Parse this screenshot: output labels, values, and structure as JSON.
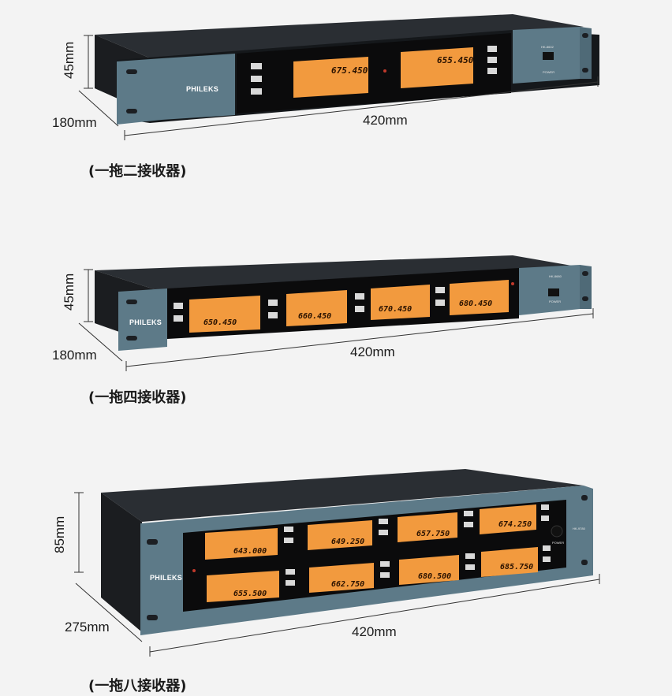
{
  "units": {
    "unit1": {
      "caption": "(一拖二接收器)",
      "height_label": "45mm",
      "depth_label": "180mm",
      "width_label": "420mm",
      "brand": "PHILEKS",
      "model": "HK-8602",
      "power_label": "POWER",
      "channels": [
        "675.450",
        "655.450"
      ]
    },
    "unit2": {
      "caption": "(一拖四接收器)",
      "height_label": "45mm",
      "depth_label": "180mm",
      "width_label": "420mm",
      "brand": "PHILEKS",
      "model": "HK-8680",
      "power_label": "POWER",
      "channels": [
        "650.450",
        "660.450",
        "670.450",
        "680.450"
      ]
    },
    "unit3": {
      "caption": "(一拖八接收器)",
      "height_label": "85mm",
      "depth_label": "275mm",
      "width_label": "420mm",
      "brand": "PHILEKS",
      "model": "HK-9780",
      "power_label": "POWER",
      "channels": [
        "643.000",
        "649.250",
        "657.750",
        "674.250",
        "655.500",
        "662.750",
        "680.500",
        "685.750"
      ]
    }
  },
  "colors": {
    "lcd": "#f29a3e",
    "panel": "#5d7a88",
    "chassis": "#1c1f23",
    "display_bg": "#0b0b0c"
  }
}
